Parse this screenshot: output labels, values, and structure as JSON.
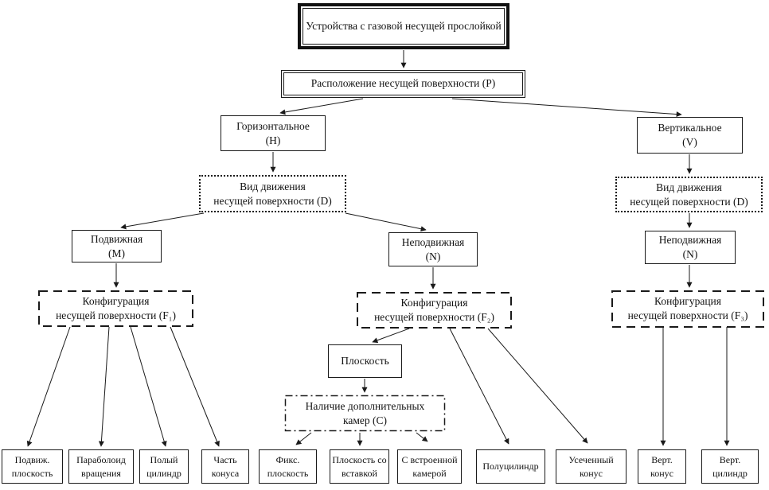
{
  "diagram": {
    "colors": {
      "line": "#1a1a1a",
      "background": "#ffffff"
    },
    "nodes": {
      "root": {
        "label": "Устройства с газовой несущей прослойкой"
      },
      "location": {
        "label": "Расположение несущей поверхности (P)"
      },
      "horizontal": {
        "label": "Горизонтальное",
        "code": "(H)"
      },
      "vertical": {
        "label": "Вертикальное",
        "code": "(V)"
      },
      "motion_left": {
        "line1": "Вид движения",
        "line2": "несущей поверхности (D)"
      },
      "motion_right": {
        "line1": "Вид движения",
        "line2": "несущей поверхности (D)"
      },
      "movable": {
        "label": "Подвижная",
        "code": "(M)"
      },
      "fixed_center": {
        "label": "Неподвижная",
        "code": "(N)"
      },
      "fixed_right": {
        "label": "Неподвижная",
        "code": "(N)"
      },
      "config1": {
        "line1": "Конфигурация",
        "line2": "несущей поверхности (F₁)"
      },
      "config2": {
        "line1": "Конфигурация",
        "line2": "несущей поверхности (F₂)"
      },
      "config3": {
        "line1": "Конфигурация",
        "line2": "несущей поверхности (F₃)"
      },
      "plane": {
        "label": "Плоскость"
      },
      "chambers": {
        "line1": "Наличие дополнительных",
        "line2": "камер (C)"
      }
    },
    "leaves": [
      {
        "label": "Подвиж. плоскость"
      },
      {
        "label": "Параболоид вращения"
      },
      {
        "label": "Полый цилиндр"
      },
      {
        "label": "Часть конуса"
      },
      {
        "label": "Фикс. плоскость"
      },
      {
        "label": "Плоскость со вставкой"
      },
      {
        "label": "С встроенной камерой"
      },
      {
        "label": "Полуцилиндр"
      },
      {
        "label": "Усеченный конус"
      },
      {
        "label": "Верт. конус"
      },
      {
        "label": "Верт. цилиндр"
      }
    ]
  }
}
